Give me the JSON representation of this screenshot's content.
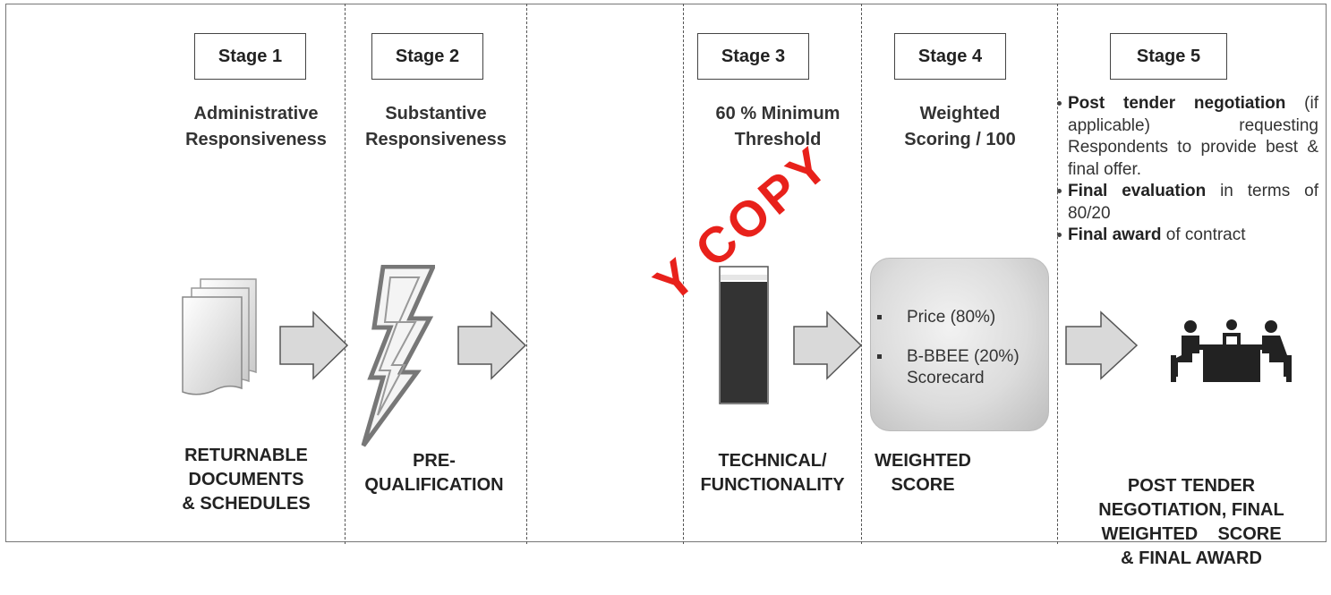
{
  "stages": [
    {
      "label": "Stage 1",
      "heading_lines": [
        "Administrative",
        "Responsiveness"
      ],
      "caption_lines": [
        "RETURNABLE",
        "DOCUMENTS",
        "& SCHEDULES"
      ],
      "icon": "documents-icon"
    },
    {
      "label": "Stage 2",
      "heading_lines": [
        "Substantive",
        "Responsiveness"
      ],
      "caption_lines": [
        "PRE-",
        "QUALIFICATION"
      ],
      "icon": "lightning-icon"
    },
    {
      "label": "Stage 3",
      "heading_lines": [
        "60 % Minimum",
        "Threshold"
      ],
      "caption_lines": [
        "TECHNICAL/",
        "FUNCTIONALITY"
      ],
      "icon": "threshold-bar-icon"
    },
    {
      "label": "Stage 4",
      "heading_lines": [
        "Weighted",
        "Scoring / 100"
      ],
      "caption_lines": [
        "WEIGHTED",
        "SCORE"
      ],
      "score_items": [
        "Price (80%)",
        "B-BBEE (20%)",
        "Scorecard"
      ]
    },
    {
      "label": "Stage 5",
      "bullets": [
        {
          "bold": "Post tender negotiation",
          "rest": " (if applicable) requesting Respondents to provide best & final offer."
        },
        {
          "bold": "Final evaluation",
          "rest": " in terms of 80/20"
        },
        {
          "bold": "Final award",
          "rest": " of contract"
        }
      ],
      "caption_lines": [
        "POST TENDER",
        "NEGOTIATION, FINAL",
        "WEIGHTED    SCORE",
        "& FINAL AWARD"
      ],
      "icon": "meeting-icon"
    }
  ],
  "watermark": "Y COPY",
  "colors": {
    "arrow_fill": "#d9d9d9",
    "arrow_stroke": "#555555",
    "bar_dark": "#333333",
    "watermark": "#e8211b"
  }
}
